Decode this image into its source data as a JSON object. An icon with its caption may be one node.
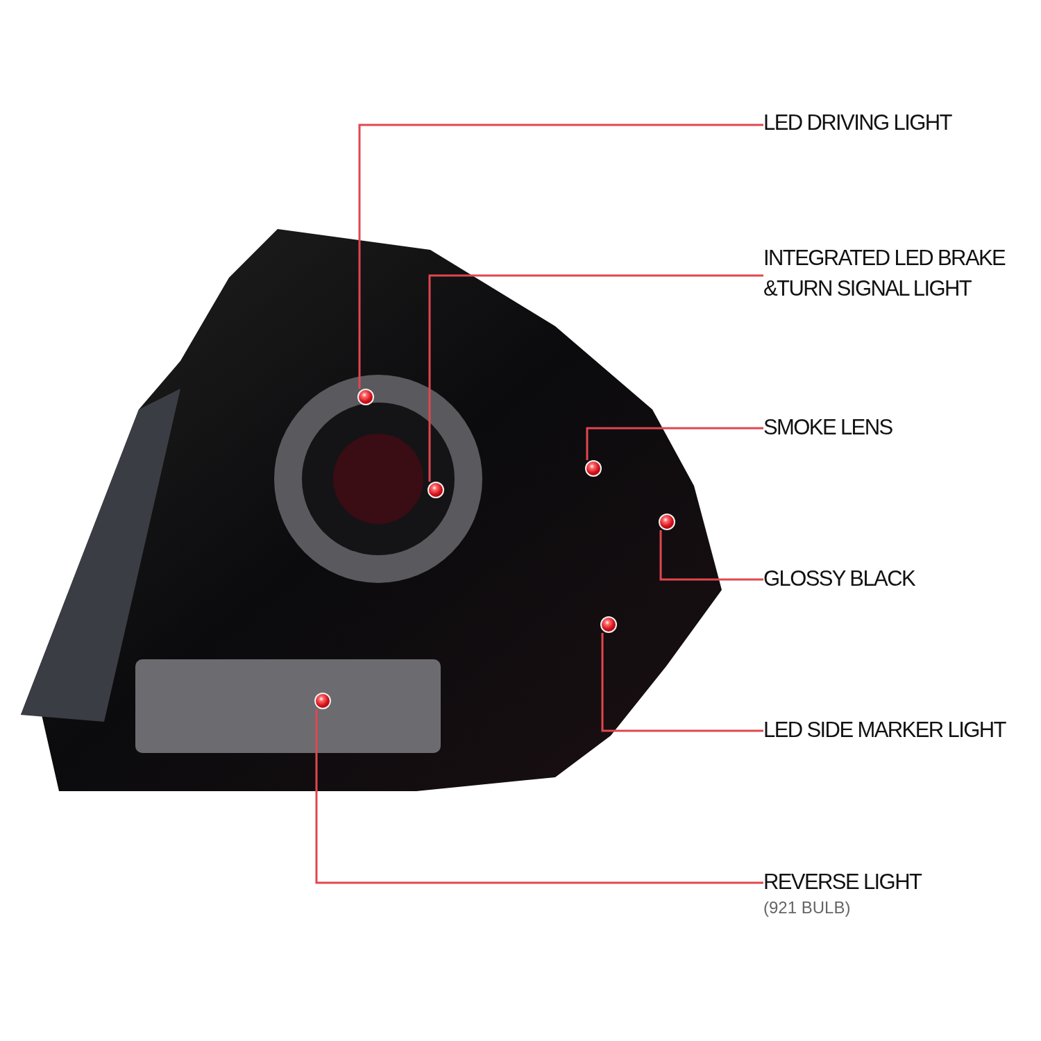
{
  "diagram": {
    "nodes": [
      {
        "text": [],
        "shape": "picture"
      },
      {
        "text": [],
        "shape": "circle",
        "in": 0
      },
      {
        "text": [],
        "shape": "circle",
        "in": 0
      },
      {
        "text": [],
        "shape": "circle",
        "in": 0
      },
      {
        "text": [],
        "shape": "circle",
        "in": 0
      },
      {
        "text": [],
        "shape": "circle",
        "in": 0
      },
      {
        "text": [],
        "shape": "circle",
        "in": 0
      },
      {
        "text": [
          "LED DRIVING LIGHT"
        ]
      },
      {
        "text": [
          "INTEGRATED LED BRAKE &TURN SIGNAL LIGHT"
        ]
      },
      {
        "text": [
          "SMOKE LENS"
        ]
      },
      {
        "text": [
          "GLOSSY BLACK"
        ]
      },
      {
        "text": [
          "LED SIDE MARKER LIGHT"
        ]
      },
      {
        "text": [
          "REVERSE LIGHT",
          "(921 BULB)"
        ]
      }
    ],
    "edges": [
      {
        "from": 7,
        "to": 1,
        "arrow": "none"
      },
      {
        "from": 8,
        "to": 2,
        "arrow": "none"
      },
      {
        "from": 9,
        "to": 3,
        "arrow": "none"
      },
      {
        "from": 10,
        "to": 4,
        "arrow": "none"
      },
      {
        "from": 11,
        "to": 5,
        "arrow": "none"
      },
      {
        "from": 12,
        "to": 6,
        "arrow": "none"
      }
    ]
  }
}
